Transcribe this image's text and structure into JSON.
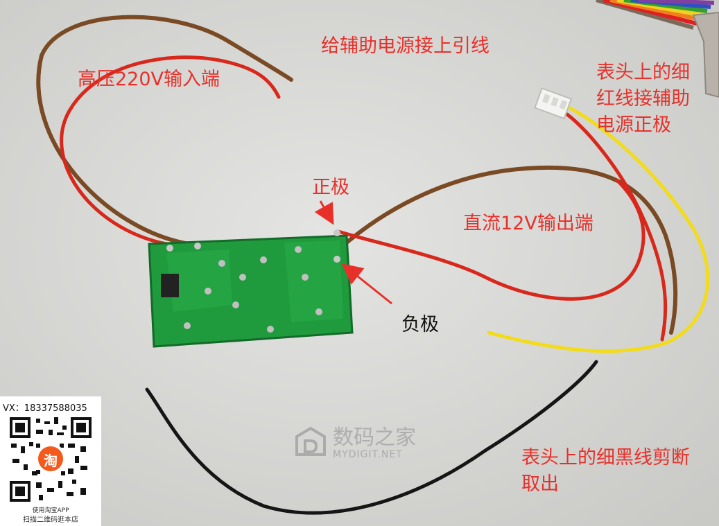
{
  "annotations": {
    "aux_power": "给辅助电源接上引线",
    "hv_input": "高压220V输入端",
    "meter_red": [
      "表头上的细",
      "红线接辅助",
      "电源正极"
    ],
    "positive": "正极",
    "dc_output": "直流12V输出端",
    "negative": "负极",
    "meter_black": [
      "表头上的细黑线剪断",
      "取出"
    ]
  },
  "watermark": {
    "cn": "数码之家",
    "en": "MYDIGIT.NET"
  },
  "qr_card": {
    "contact": "VX：18337588035",
    "badge": "淘",
    "caption_1": "使用淘宝APP",
    "caption_2": "扫描二维码逛本店"
  },
  "colors": {
    "annotation_red": "#e8302a",
    "pcb_green": "#1f9a3c",
    "wire_red": "#d8281c",
    "wire_brown": "#7a4a24",
    "wire_yellow": "#f2dc1a"
  }
}
